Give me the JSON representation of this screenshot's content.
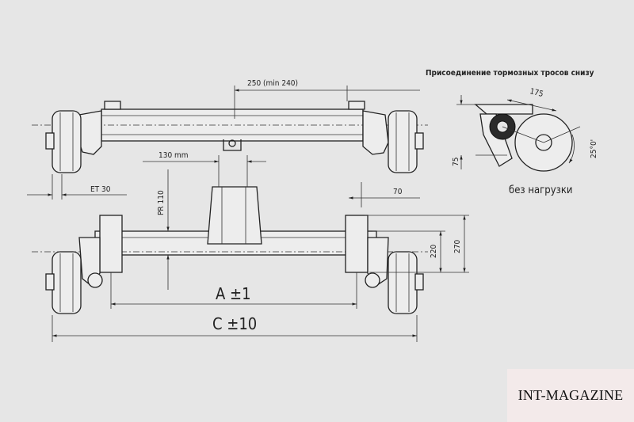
{
  "dimensions": {
    "d250": "250 (min 240)",
    "d130": "130 mm",
    "et30": "ET 30",
    "d70": "70",
    "pr110": "PR 110",
    "d220": "220",
    "d270": "270",
    "a_tol": "A ±1",
    "c_tol": "C ±10",
    "d175": "175",
    "d75": "75",
    "angle": "25°0'"
  },
  "labels": {
    "brake_cable": "Присоединение тормозных тросов снизу",
    "no_load": "без нагрузки"
  },
  "watermark": "INT-MAGAZINE"
}
